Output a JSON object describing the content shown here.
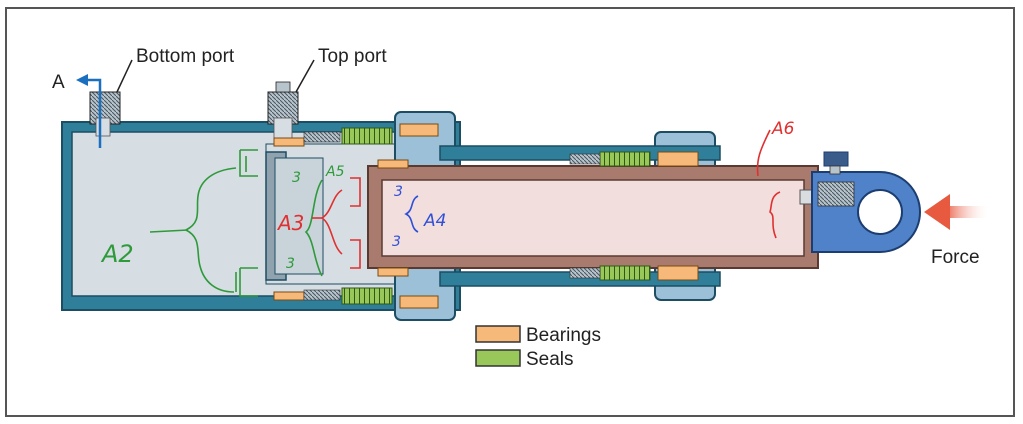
{
  "labels": {
    "bottom_port": "Bottom port",
    "top_port": "Top port",
    "arrow_a": "A",
    "force": "Force"
  },
  "legend": {
    "bearings": "Bearings",
    "seals": "Seals"
  },
  "annotations": {
    "a2": "A2",
    "a3": "A3",
    "a4": "A4",
    "a5": "A5",
    "a6": "A6",
    "mark_3_top": "3",
    "mark_3_bottom": "3",
    "mark_3_blue_top": "3",
    "mark_3_blue_bottom": "3"
  },
  "colors": {
    "barrel_wall": "#2f7f9a",
    "barrel_outline": "#1c4d63",
    "fluid": "#d6dde3",
    "rod": "#a97a6e",
    "rod_inner": "#f1dedd",
    "bearing": "#f6b97a",
    "seal": "#9ac75a",
    "force_arrow": "#e85a40",
    "port_arrow": "#1a6fbf",
    "ink_green": "#2e9a3a",
    "ink_red": "#e03030",
    "ink_blue": "#3050d8"
  }
}
